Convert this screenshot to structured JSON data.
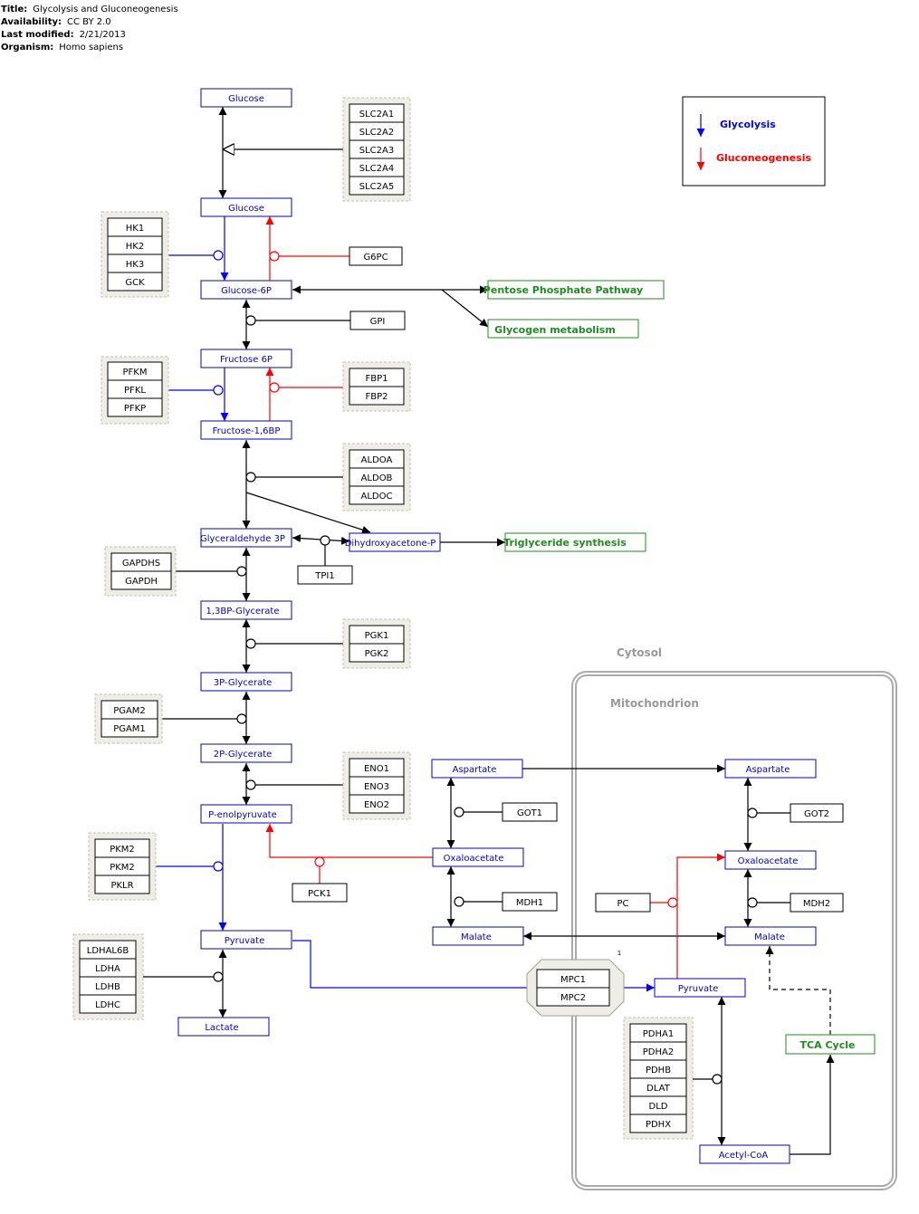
{
  "header": {
    "title_label": "Title:",
    "title": "Glycolysis and Gluconeogenesis",
    "availability_label": "Availability:",
    "availability": "CC BY 2.0",
    "modified_label": "Last modified:",
    "modified": "2/21/2013",
    "organism_label": "Organism:",
    "organism": "Homo sapiens"
  },
  "legend": {
    "glycolysis": "Glycolysis",
    "gluconeogenesis": "Gluconeogenesis"
  },
  "compartments": {
    "cytosol": "Cytosol",
    "mitochondrion": "Mitochondrion"
  },
  "metabolites": {
    "glucose_ext": "Glucose",
    "glucose": "Glucose",
    "glucose6p": "Glucose-6P",
    "fructose6p": "Fructose 6P",
    "fructose16bp": "Fructose-1,6BP",
    "glyceraldehyde3p": "Glyceraldehyde 3P",
    "dhap": "Dihydroxyacetone-P",
    "bpg13": "1,3BP-Glycerate",
    "pg3": "3P-Glycerate",
    "pg2": "2P-Glycerate",
    "pep": "P-enolpyruvate",
    "pyruvate": "Pyruvate",
    "lactate": "Lactate",
    "aspartate_c": "Aspartate",
    "oxaloacetate_c": "Oxaloacetate",
    "malate_c": "Malate",
    "aspartate_m": "Aspartate",
    "oxaloacetate_m": "Oxaloacetate",
    "malate_m": "Malate",
    "pyruvate_m": "Pyruvate",
    "acetylcoa": "Acetyl-CoA"
  },
  "pathways": {
    "ppp": "Pentose Phosphate Pathway",
    "glycogen": "Glycogen metabolism",
    "triglyceride": "Triglyceride synthesis",
    "tca": "TCA Cycle"
  },
  "genes": {
    "slc2a": [
      "SLC2A1",
      "SLC2A2",
      "SLC2A3",
      "SLC2A4",
      "SLC2A5"
    ],
    "hk": [
      "HK1",
      "HK2",
      "HK3",
      "GCK"
    ],
    "g6pc": "G6PC",
    "gpi": "GPI",
    "pfk": [
      "PFKM",
      "PFKL",
      "PFKP"
    ],
    "fbp": [
      "FBP1",
      "FBP2"
    ],
    "aldo": [
      "ALDOA",
      "ALDOB",
      "ALDOC"
    ],
    "tpi1": "TPI1",
    "gapdh": [
      "GAPDHS",
      "GAPDH"
    ],
    "pgk": [
      "PGK1",
      "PGK2"
    ],
    "pgam": [
      "PGAM2",
      "PGAM1"
    ],
    "eno": [
      "ENO1",
      "ENO3",
      "ENO2"
    ],
    "pk": [
      "PKM2",
      "PKM2",
      "PKLR"
    ],
    "pck1": "PCK1",
    "got1": "GOT1",
    "mdh1": "MDH1",
    "ldh": [
      "LDHAL6B",
      "LDHA",
      "LDHB",
      "LDHC"
    ],
    "mpc": [
      "MPC1",
      "MPC2"
    ],
    "mpc_ref": "1",
    "got2": "GOT2",
    "mdh2": "MDH2",
    "pc": "PC",
    "pdh": [
      "PDHA1",
      "PDHA2",
      "PDHB",
      "DLAT",
      "DLD",
      "PDHX"
    ]
  },
  "colors": {
    "metabolite": "#0000cc",
    "glycolysis": "#0000ff",
    "gluconeogenesis": "#ff0000",
    "pathway": "#1e8c1e",
    "group_fill": "#eeeee6",
    "compartment": "#aaaaaa"
  }
}
